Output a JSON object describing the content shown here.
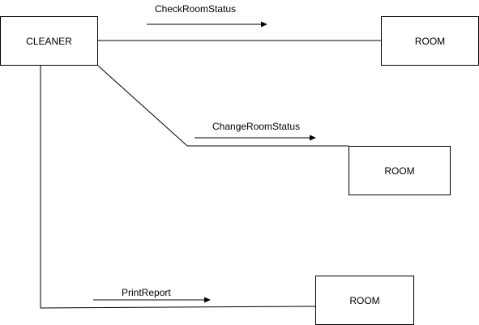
{
  "objects": {
    "cleaner": "CLEANER",
    "room_1": "ROOM",
    "room_2": "ROOM",
    "room_3": "ROOM"
  },
  "messages": {
    "check_room_status": "CheckRoomStatus",
    "change_room_status": "ChangeRoomStatus",
    "print_report": "PrintReport"
  },
  "colors": {
    "stroke": "#000000",
    "fill": "#ffffff"
  }
}
